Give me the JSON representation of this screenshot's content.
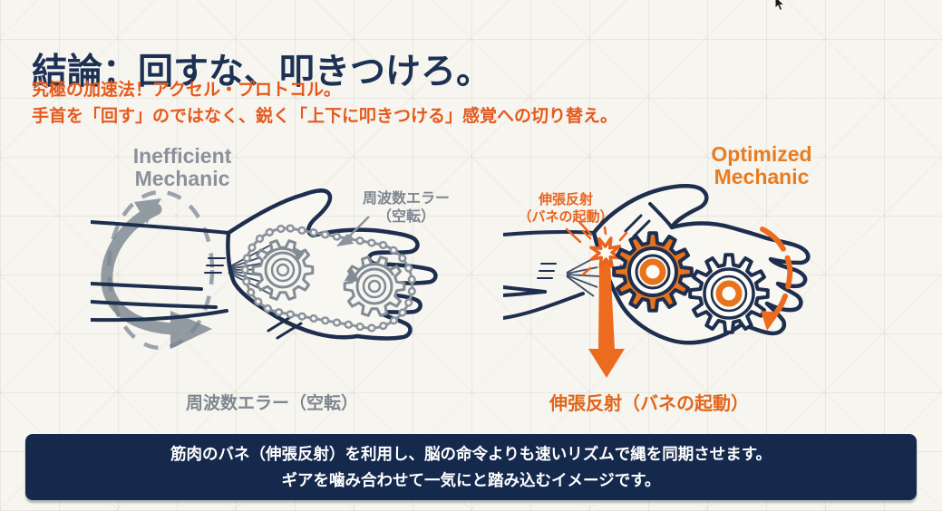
{
  "page": {
    "title": "結論：回すな、叩きつけろ。",
    "subtitle_line1": "究極の加速法！アクセル・プロトコル。",
    "subtitle_line2": "手首を「回す」のではなく、鋭く「上下に叩きつける」感覚への切り替え。"
  },
  "left_panel": {
    "heading_line1": "Inefficient",
    "heading_line2": "Mechanic",
    "annotation_line1": "周波数エラー",
    "annotation_line2": "（空転）",
    "caption": "周波数エラー（空転）"
  },
  "right_panel": {
    "heading_line1": "Optimized",
    "heading_line2": "Mechanic",
    "annotation_line1": "伸張反射",
    "annotation_line2": "（バネの起動）",
    "caption": "伸張反射（バネの起動）"
  },
  "footer": {
    "line1": "筋肉のバネ（伸張反射）を利用し、脳の命令よりも速いリズムで縄を同期させます。",
    "line2": "ギアを噛み合わせて一気にと踏み込むイメージです。"
  },
  "icons": {
    "left_rotation_arrow": "circular-rotation-arrow",
    "left_chain": "chain-and-sprockets",
    "right_starburst": "starburst-impact",
    "right_down_arrow": "thick-down-arrow",
    "right_curved_arrow": "curved-down-arrow",
    "cursor": "mouse-pointer"
  },
  "colors": {
    "title_navy": "#1c3153",
    "outline_navy": "#1d2e4e",
    "accent_orange": "#e8701e",
    "subtitle_orange": "#e5591b",
    "mechanic_gray": "#8a919b",
    "chain_gray": "#848d97",
    "background_cream": "#f7f5ef",
    "footer_navy": "#15294d",
    "footer_text": "#ffffff"
  }
}
